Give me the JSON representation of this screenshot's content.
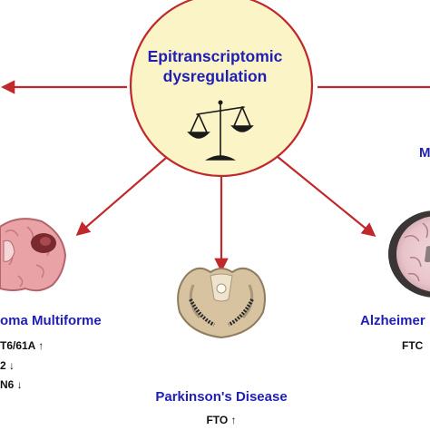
{
  "center": {
    "line1": "Epitranscriptomic",
    "line2": "dysregulation",
    "icon": "balance-scale-icon"
  },
  "diseases": {
    "left": {
      "name": "oma Multiforme",
      "genes": [
        "T6/61A ↑",
        "2 ↓",
        "N6 ↓"
      ],
      "icon": "brain-tumor-icon"
    },
    "bottom": {
      "name": "Parkinson's Disease",
      "genes": [
        "FTO ↑"
      ],
      "icon": "midbrain-section-icon"
    },
    "right": {
      "name": "Alzheimer",
      "genes": [
        "FTC"
      ],
      "extra": "M",
      "icon": "brain-scan-icon"
    }
  },
  "colors": {
    "arrow": "#c0282c",
    "circle_fill": "#fbf4c6",
    "title_text": "#1f1fb4"
  }
}
